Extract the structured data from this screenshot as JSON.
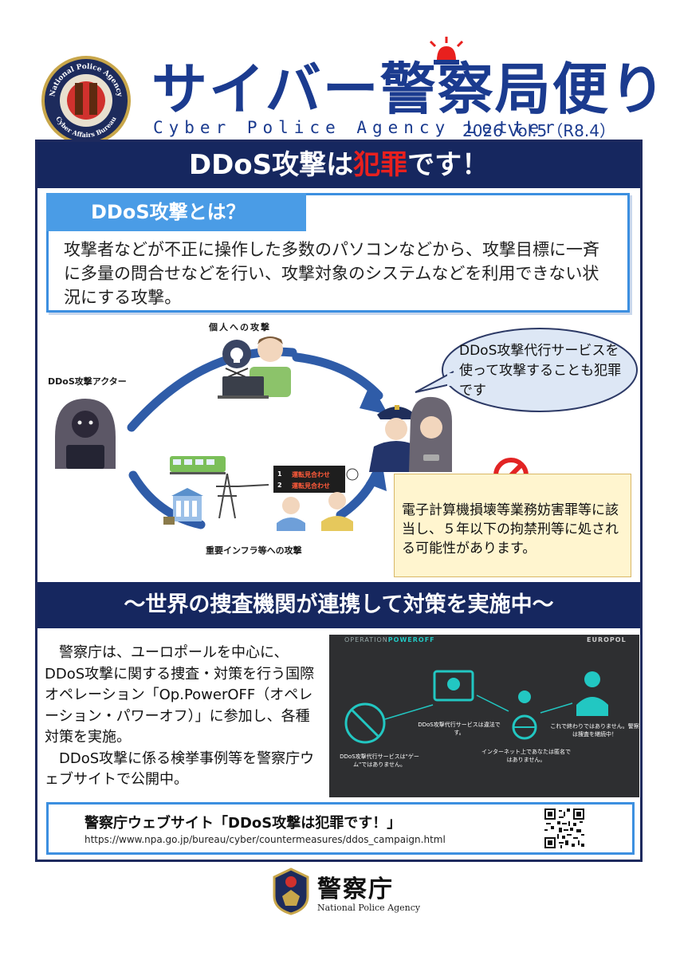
{
  "header": {
    "title": "サイバー警察局便り",
    "subtitle": "Cyber Police Agency Letter",
    "issue": "2026 Vol.5（R8.4）",
    "emblem_text_top": "National Police Agency",
    "emblem_text_bottom": "Cyber Affairs Bureau"
  },
  "banner": {
    "pre": "DDoS攻撃は",
    "highlight": "犯罪",
    "post": "です！"
  },
  "what": {
    "heading": "DDoS攻撃とは？",
    "body": "攻撃者などが不正に操作した多数のパソコンなどから、攻撃目標に一斉に多量の問合せなどを行い、攻撃対象のシステムなどを利用できない状況にする攻撃。"
  },
  "diagram": {
    "personal_label": "個人への攻撃",
    "actor_label": "DDoS攻撃アクター",
    "infra_label": "重要インフラ等への攻撃",
    "screen_n1": "1",
    "screen_n2": "2",
    "screen_line1": "運転見合わせ",
    "screen_line2": "運転見合わせ",
    "bubble": "DDoS攻撃代行サービスを使って攻撃することも犯罪です",
    "notice": "電子計算機損壊等業務妨害罪等に該当し、５年以下の拘禁刑等に処される可能性があります。"
  },
  "section2": {
    "banner": "～世界の捜査機関が連携して対策を実施中～",
    "para1": "警察庁は、ユーロポールを中心に、DDoS攻撃に関する捜査・対策を行う国際オペレーション「Op.PowerOFF（オペレーション・パワーオフ）」に参加し、各種対策を実施。",
    "para2": "DDoS攻撃に係る検挙事例等を警察庁ウェブサイトで公開中。"
  },
  "operation": {
    "title_a": "OPERATION",
    "title_b": "POWEROFF",
    "europol": "EUROPOL",
    "text1": "DDoS攻撃代行サービスは\"ゲーム\"ではありません。",
    "text2": "DDoS攻撃代行サービスは違法です。",
    "text3": "インターネット上であなたは匿名ではありません。",
    "text4": "これで終わりではありません。警察は捜査を継続中！"
  },
  "link": {
    "title": "警察庁ウェブサイト「DDoS攻撃は犯罪です！」",
    "url": "https://www.npa.go.jp/bureau/cyber/countermeasures/ddos_campaign.html"
  },
  "footer": {
    "name": "警察庁",
    "en": "National Police Agency"
  },
  "colors": {
    "navy": "#16275f",
    "blue": "#3c8fe0",
    "title_blue": "#1b3b8f",
    "red": "#e8201e",
    "notice_bg": "#fff5cf"
  }
}
